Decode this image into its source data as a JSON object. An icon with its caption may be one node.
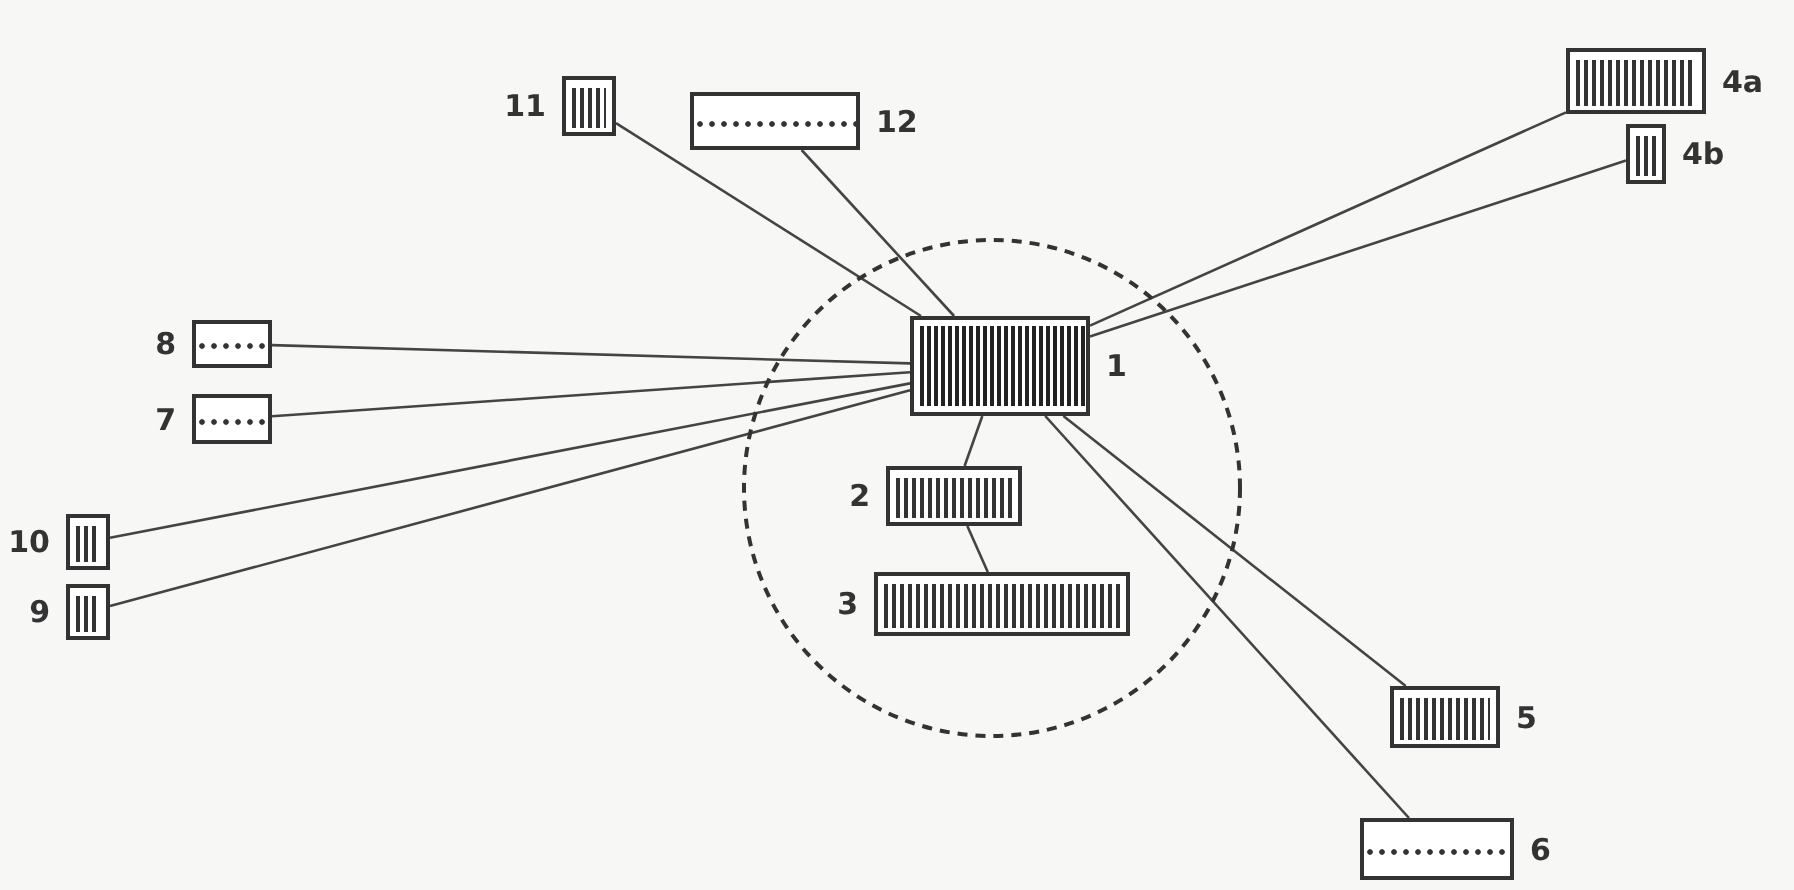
{
  "diagram": {
    "nodes": [
      {
        "text": [],
        "shape": "circle"
      },
      {
        "text": [],
        "shape": "box",
        "beside": [
          "1"
        ],
        "in": 0
      },
      {
        "text": [],
        "shape": "box",
        "beside": [
          "2"
        ],
        "in": 0
      },
      {
        "text": [],
        "shape": "box",
        "beside": [
          "3"
        ],
        "in": 0
      },
      {
        "text": [],
        "shape": "box",
        "beside": [
          "11"
        ]
      },
      {
        "text": [],
        "shape": "box",
        "beside": [
          "12"
        ]
      },
      {
        "text": [],
        "shape": "box",
        "beside": [
          "4a"
        ]
      },
      {
        "text": [],
        "shape": "box",
        "beside": [
          "4b"
        ]
      },
      {
        "text": [],
        "shape": "box",
        "beside": [
          "8"
        ]
      },
      {
        "text": [],
        "shape": "box",
        "beside": [
          "7"
        ]
      },
      {
        "text": [],
        "shape": "box",
        "beside": [
          "10"
        ]
      },
      {
        "text": [],
        "shape": "box",
        "beside": [
          "9"
        ]
      },
      {
        "text": [],
        "shape": "box",
        "beside": [
          "5"
        ]
      },
      {
        "text": [],
        "shape": "box",
        "beside": [
          "6"
        ]
      }
    ],
    "edges": [
      {
        "from": 1,
        "to": 2,
        "arrow": "none"
      },
      {
        "from": 2,
        "to": 3,
        "arrow": "none"
      },
      {
        "from": 4,
        "to": 1,
        "arrow": "none"
      },
      {
        "from": 5,
        "to": 1,
        "arrow": "none"
      },
      {
        "from": 1,
        "to": 6,
        "arrow": "none"
      },
      {
        "from": 1,
        "to": 7,
        "arrow": "none"
      },
      {
        "from": 8,
        "to": 1,
        "arrow": "none"
      },
      {
        "from": 9,
        "to": 1,
        "arrow": "none"
      },
      {
        "from": 10,
        "to": 1,
        "arrow": "none"
      },
      {
        "from": 11,
        "to": 1,
        "arrow": "none"
      },
      {
        "from": 1,
        "to": 12,
        "arrow": "none"
      },
      {
        "from": 1,
        "to": 13,
        "arrow": "none"
      }
    ]
  }
}
